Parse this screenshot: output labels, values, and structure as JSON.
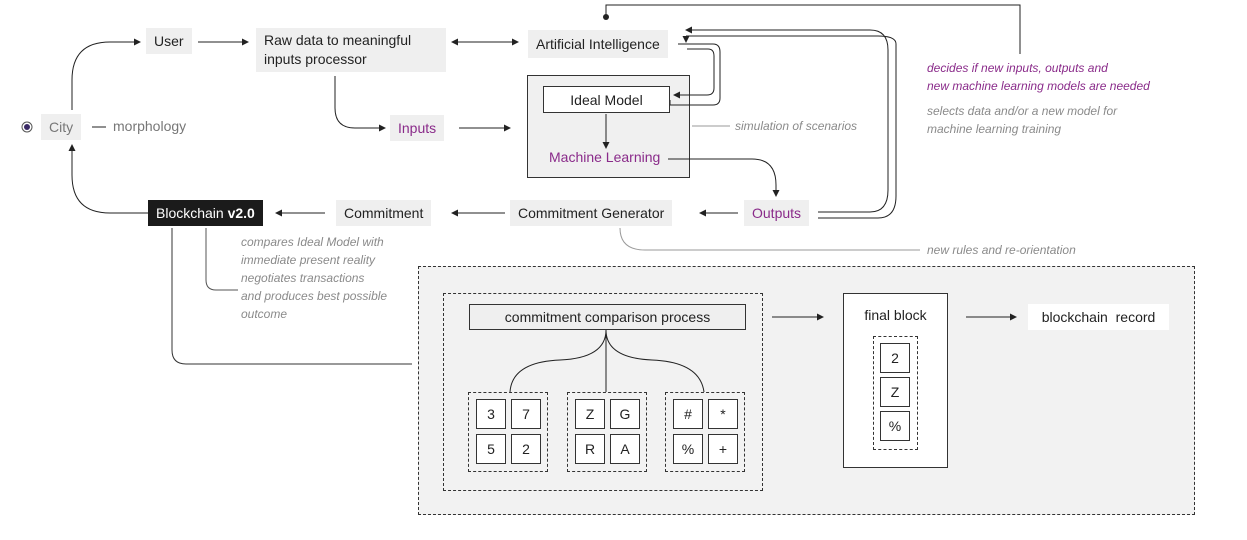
{
  "nodes": {
    "user": "User",
    "raw_data_line1": "Raw data to meaningful",
    "raw_data_line2": "inputs processor",
    "artificial_intelligence": "Artificial Intelligence",
    "ideal_model": "Ideal Model",
    "machine_learning": "Machine Learning",
    "inputs": "Inputs",
    "outputs": "Outputs",
    "city": "City",
    "morphology": "morphology",
    "blockchain": "Blockchain",
    "blockchain_version": "v2.0",
    "commitment": "Commitment",
    "commitment_generator": "Commitment Generator"
  },
  "notes": {
    "simulation": "simulation of scenarios",
    "decides_line1": "decides if new inputs, outputs and",
    "decides_line2": "new machine learning models are needed",
    "selects_line1": "selects data and/or a new model for",
    "selects_line2": "machine learning training",
    "new_rules": "new rules and  re-orientation",
    "compares_line1": "compares Ideal Model with",
    "compares_line2": "immediate present reality",
    "compares_line3": "negotiates transactions",
    "compares_line4": "and produces best possible",
    "compares_line5": "outcome"
  },
  "comparison": {
    "title": "commitment comparison process",
    "groups": [
      [
        "3",
        "7",
        "5",
        "2"
      ],
      [
        "Z",
        "G",
        "R",
        "A"
      ],
      [
        "#",
        "*",
        "%",
        "+"
      ]
    ],
    "final_block_label": "final block",
    "final_block_items": [
      "2",
      "Z",
      "%"
    ],
    "record_label": "blockchain  record"
  },
  "colors": {
    "accent_purple": "#8a2b8a",
    "node_fill": "#efefef",
    "panel_fill": "#f2f2f2",
    "dark_fill": "#1b1b1b"
  }
}
